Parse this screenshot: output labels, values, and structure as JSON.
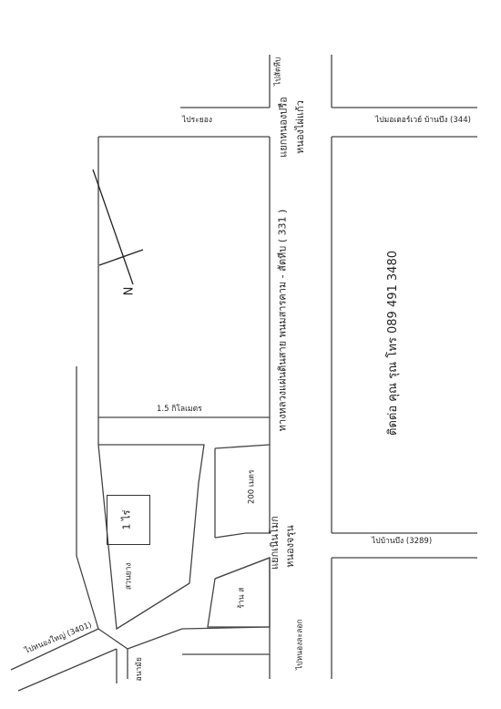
{
  "map": {
    "labels": {
      "to_sattahip": "ไปสัตหีบ",
      "to_rayong": "ไประยอง",
      "to_motorway_banbueng": "ไปมอเตอร์เวย์ บ้านบึง (344)",
      "junction_north_line1": "แยกหนองปรือ",
      "junction_north_line2": "หนองไผ่แก้ว",
      "highway": "ทางหลวงแผ่นดินสาย พนมสารคาม - สัตหีบ ( 331 )",
      "distance_1_5km": "1.5 กิโลเมตร",
      "contact": "ติดต่อ คุณ รุณ โทร 089 491 3480",
      "distance_200m": "200 เมตร",
      "junction_south_line1": "แยกเนินโมก",
      "junction_south_line2": "หนองจรุน",
      "to_banbueng": "ไปบ้านบึง (3289)",
      "shop": "ร้าน ส",
      "to_nonglalok": "ไปหนองละลอก",
      "rubber_plantation": "สวนยาง",
      "plot_size": "1 ไร่",
      "to_nongyai": "ไปหนองใหญ่ (3401)",
      "health_center": "อนามัย",
      "north": "N"
    }
  }
}
